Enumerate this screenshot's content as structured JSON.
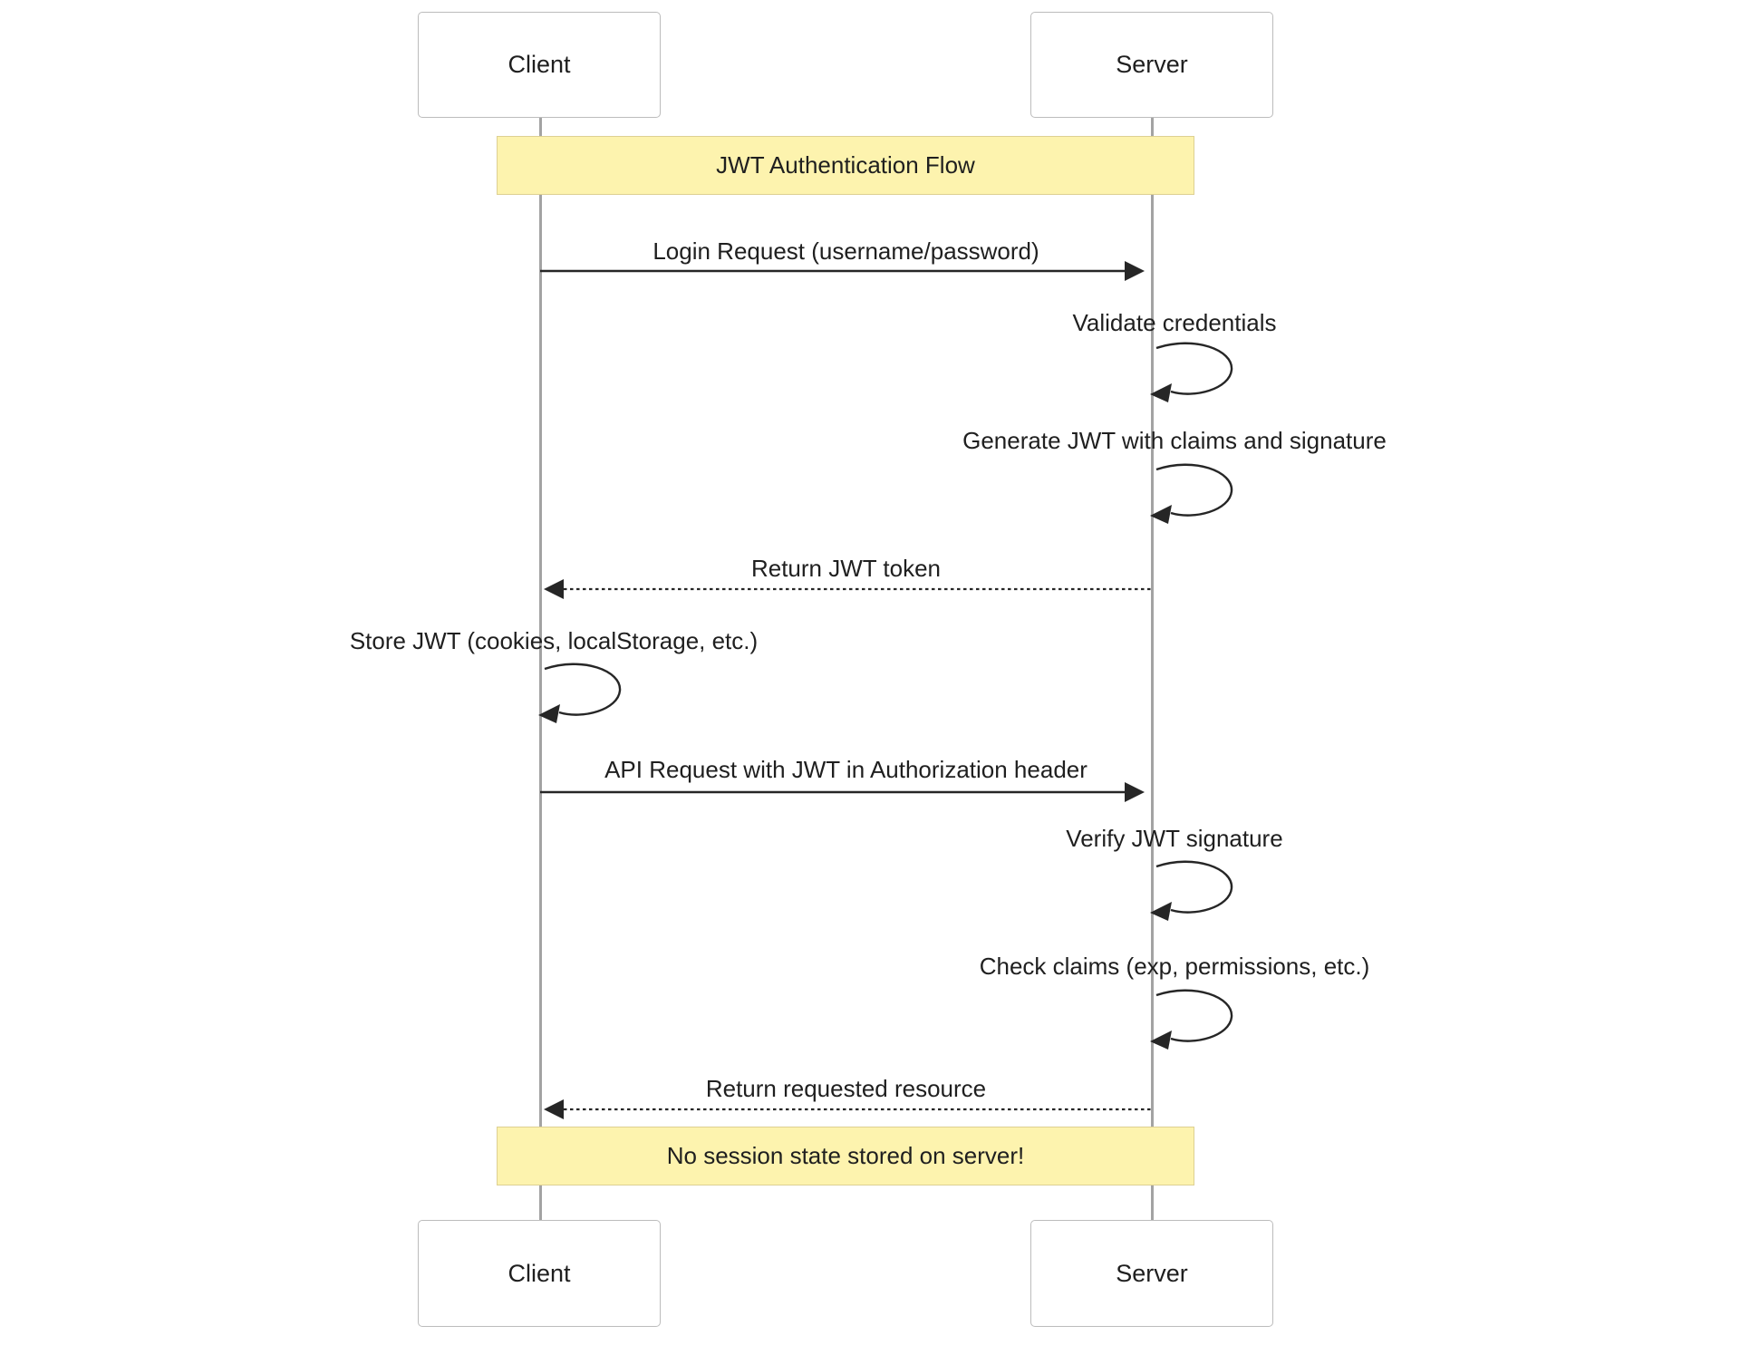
{
  "diagram": {
    "type": "sequence",
    "title": "JWT Authentication Flow",
    "actors": [
      {
        "id": "client",
        "label": "Client"
      },
      {
        "id": "server",
        "label": "Server"
      }
    ],
    "notes": [
      {
        "text": "JWT Authentication Flow",
        "over": "Client,Server",
        "position": "top"
      },
      {
        "text": "No session state stored on server!",
        "over": "Client,Server",
        "position": "bottom"
      }
    ],
    "messages": [
      {
        "from": "Client",
        "to": "Server",
        "label": "Login Request (username/password)",
        "line": "solid",
        "direction": "right"
      },
      {
        "from": "Server",
        "to": "Server",
        "label": "Validate credentials",
        "line": "self"
      },
      {
        "from": "Server",
        "to": "Server",
        "label": "Generate JWT with claims and signature",
        "line": "self"
      },
      {
        "from": "Server",
        "to": "Client",
        "label": "Return JWT token",
        "line": "dashed",
        "direction": "left"
      },
      {
        "from": "Client",
        "to": "Client",
        "label": "Store JWT (cookies, localStorage, etc.)",
        "line": "self"
      },
      {
        "from": "Client",
        "to": "Server",
        "label": "API Request with JWT in Authorization header",
        "line": "solid",
        "direction": "right"
      },
      {
        "from": "Server",
        "to": "Server",
        "label": "Verify JWT signature",
        "line": "self"
      },
      {
        "from": "Server",
        "to": "Server",
        "label": "Check claims (exp, permissions, etc.)",
        "line": "self"
      },
      {
        "from": "Server",
        "to": "Client",
        "label": "Return requested resource",
        "line": "dashed",
        "direction": "left"
      }
    ],
    "colors": {
      "background": "#ffffff",
      "note_fill": "#fdf3ae",
      "note_border": "#ddd092",
      "actor_border": "#bcbcbc",
      "lifeline": "#a3a3a3",
      "arrow": "#262626",
      "text": "#1f1f1f"
    }
  }
}
